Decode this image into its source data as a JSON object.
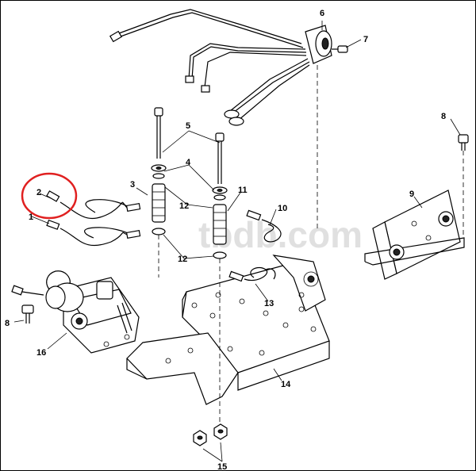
{
  "watermark": "tbdb.com",
  "highlight_color": "#e02020",
  "highlighted_callout": "2",
  "callouts": [
    "1",
    "2",
    "3",
    "4",
    "5",
    "6",
    "7",
    "8",
    "8",
    "9",
    "10",
    "11",
    "12",
    "12",
    "13",
    "14",
    "15",
    "16"
  ]
}
